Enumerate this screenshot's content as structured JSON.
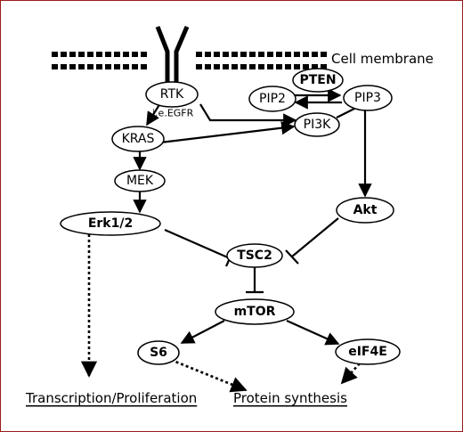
{
  "membrane": {
    "label": "Cell membrane"
  },
  "nodes": {
    "rtk": {
      "label": "RTK",
      "sub": "i.e.EGFR"
    },
    "pten": {
      "label": "PTEN"
    },
    "pip2": {
      "label": "PIP2"
    },
    "pip3": {
      "label": "PIP3"
    },
    "pi3k": {
      "label": "PI3K"
    },
    "kras": {
      "label": "KRAS"
    },
    "mek": {
      "label": "MEK"
    },
    "erk": {
      "label": "Erk1/2"
    },
    "akt": {
      "label": "Akt"
    },
    "tsc2": {
      "label": "TSC2"
    },
    "mtor": {
      "label": "mTOR"
    },
    "s6": {
      "label": "S6"
    },
    "eif4e": {
      "label": "eIF4E"
    }
  },
  "outputs": {
    "transcription": "Transcription/Proliferation",
    "protein": "Protein synthesis"
  },
  "colors": {
    "frame": "#9a1c1c",
    "ink": "#000000"
  }
}
